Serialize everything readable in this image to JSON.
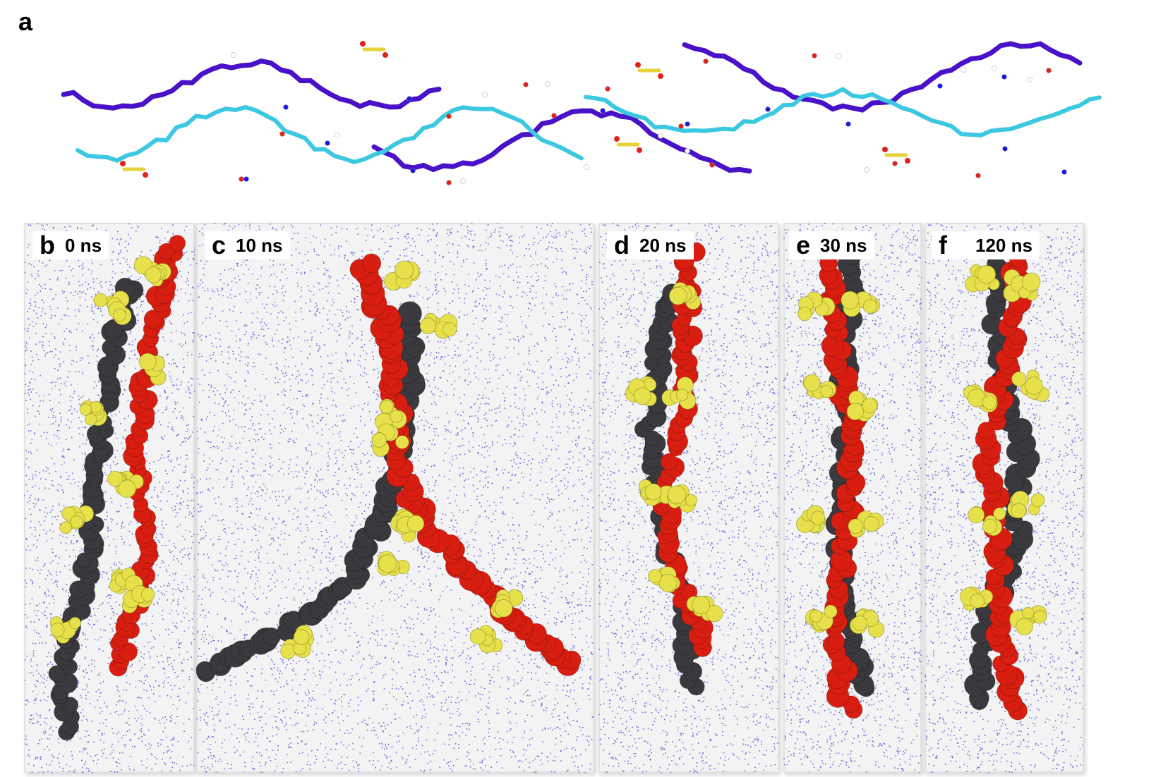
{
  "figure": {
    "panel_a": {
      "label": "a",
      "colors": {
        "strand_main": "#4a12c8",
        "strand_alt": "#3cc8e0",
        "sulfonate": "#e8d23a",
        "oxygen": "#e0241c",
        "nitrogen": "#1a1ae6",
        "hydrogen": "#ffffff"
      }
    },
    "panels": [
      {
        "label": "b",
        "time": "0 ns"
      },
      {
        "label": "c",
        "time": "10 ns"
      },
      {
        "label": "d",
        "time": "20 ns"
      },
      {
        "label": "e",
        "time": "30 ns"
      },
      {
        "label": "f",
        "time": "120 ns"
      }
    ],
    "colors": {
      "strand_1": "#3a3a3e",
      "strand_2": "#d81e10",
      "sulfonate_groups": "#e6e04a",
      "water": "#4040d8",
      "panel_bg": "#f3f3f3"
    }
  }
}
